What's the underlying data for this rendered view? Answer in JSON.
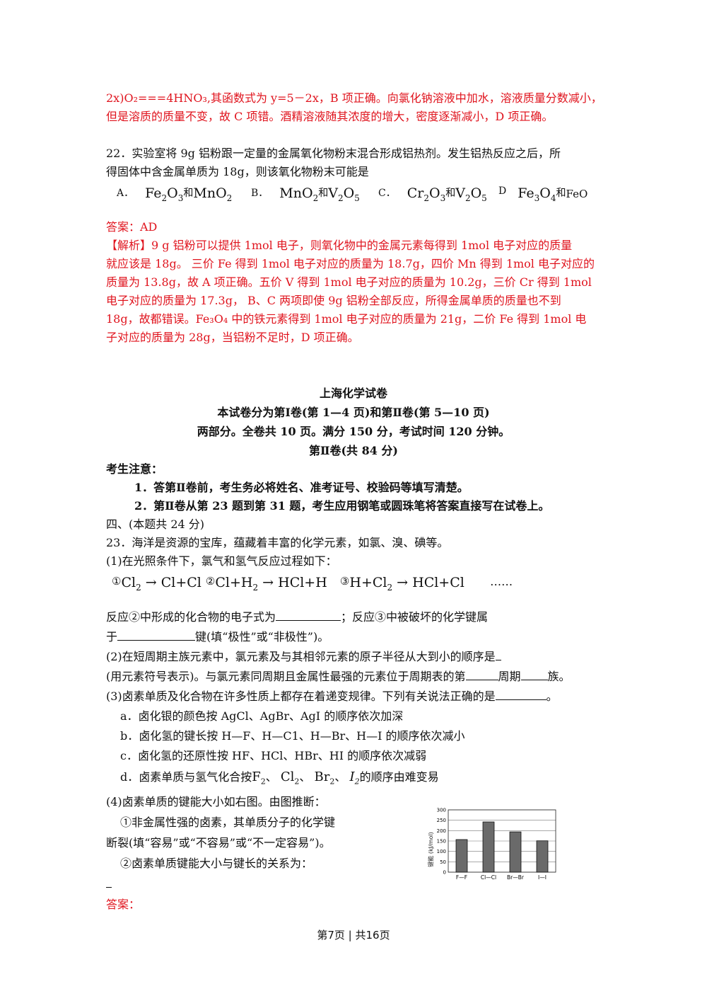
{
  "intro_lines": [
    "2x)O₂===4HNO₃,其函数式为 y=5－2x，B 项正确。向氯化钠溶液中加水，溶液质量分数减小，",
    "但是溶质的质量不变，故 C 项错。酒精溶液随其浓度的增大，密度逐渐减小，D 项正确。"
  ],
  "q22": {
    "lines": [
      "22．实验室将 9g 铝粉跟一定量的金属氧化物粉末混合形成铝热剂。发生铝热反应之后，所",
      "得固体中含金属单质为 18g，则该氧化物粉末可能是"
    ],
    "options": [
      {
        "label": "A．",
        "f1": "Fe",
        "s1": "2",
        "f2": "O",
        "s2": "3",
        "and": "和",
        "g1": "Mn",
        "t1": "",
        "g2": "O",
        "t2": "2"
      },
      {
        "label": "B．",
        "f1": "MnO",
        "s1": "2",
        "f2": "",
        "s2": "",
        "and": "和",
        "g1": "V",
        "t1": "2",
        "g2": "O",
        "t2": "5"
      },
      {
        "label": "C．",
        "f1": "Cr",
        "s1": "2",
        "f2": "O",
        "s2": "3",
        "and": "和",
        "g1": "V",
        "t1": "2",
        "g2": "O",
        "t2": "5"
      },
      {
        "label": "D",
        "f1": "Fe",
        "s1": "3",
        "f2": "O",
        "s2": "4",
        "and": "和",
        "g1": "FeO",
        "t1": "",
        "g2": "",
        "t2": ""
      }
    ],
    "answer": "答案：AD",
    "analysis": [
      "【解析】9 g 铝粉可以提供 1mol 电子，则氧化物中的金属元素每得到 1mol 电子对应的质量",
      "就应该是 18g。  三价 Fe 得到 1mol 电子对应的质量为 18.7g，四价 Mn 得到 1mol 电子对应的",
      "质量为 13.8g，故 A 项正确。五价 V 得到 1mol 电子对应的质量为 10.2g，三价 Cr 得到 1mol",
      "电子对应的质量为 17.3g，  B、C 两项即使 9g 铝粉全部反应，所得金属单质的质量也不到",
      "18g，故都错误。Fe₃O₄ 中的铁元素得到 1mol 电子对应的质量为 21g，二价 Fe 得到 1mol 电",
      "子对应的质量为 28g，当铝粉不足时，D 项正确。"
    ]
  },
  "exam": {
    "title_lines": [
      "上海化学试卷",
      "本试卷分为第Ⅰ卷(第 1—4 页)和第Ⅱ卷(第 5—10 页)",
      "两部分。全卷共 10 页。满分 150 分，考试时间 120 分钟。",
      "第Ⅱ卷(共 84 分)"
    ],
    "notice_title": "考生注意：",
    "notices": [
      "1．答第Ⅱ卷前，考生务必将姓名、准考证号、校验码等填写清楚。",
      "2．第Ⅱ卷从第 23 题到第 31 题，考生应用钢笔或圆珠笔将答案直接写在试卷上。"
    ],
    "section": "四、(本题共 24 分)"
  },
  "q23": {
    "stem": "23．海洋是资源的宝库，蕴藏着丰富的化学元素，如氯、溴、碘等。",
    "p1": "(1)在光照条件下，氯气和氢气反应过程如下：",
    "reactions": {
      "n1": "①",
      "r1a": "Cl",
      "r1s": "2",
      "r1b": " → Cl+Cl",
      "n2": "②",
      "r2a": "Cl+H",
      "r2s": "2",
      "r2b": " → HCl+H",
      "n3": "③",
      "r3a": "H+Cl",
      "r3s": "2",
      "r3b": " → HCl+Cl",
      "dots": "……"
    },
    "p1_q1": "反应②中形成的化合物的电子式为",
    "p1_q1b": "；反应③中被破坏的化学键属",
    "p1_q2a": "于",
    "p1_q2b": "键(填“极性”或“非极性”)。",
    "p2a": "(2)在短周期主族元素中，氯元素及与其相邻元素的原子半径从大到小的顺序是",
    "p2b1": "(用元素符号表示)。与氯元素同周期且金属性最强的元素位于周期表的第",
    "p2b2": "周期",
    "p2b3": "族。",
    "p3": "(3)卤素单质及化合物在许多性质上都存在着递变规律。下列有关说法正确的是",
    "p3_end": "。",
    "opt_a": "a．卤化银的颜色按 AgCl、AgBr、AgI 的顺序依次加深",
    "opt_b": "b．卤化氢的键长按 H—F、H—C1、H—Br、H—I 的顺序依次减小",
    "opt_c": "c．卤化氢的还原性按 HF、HCl、HBr、HI 的顺序依次减弱",
    "opt_d_pre": "d．卤素单质与氢气化合按",
    "opt_d_f": [
      "F",
      "Cl",
      "Br",
      "I"
    ],
    "opt_d_sub": "2",
    "opt_d_sep": "、",
    "opt_d_post": "的顺序由难变易",
    "p4": "(4)卤素单质的键能大小如右图。由图推断：",
    "p4_1a": "①非金属性强的卤素，其单质分子的化学键",
    "p4_1b": "断裂(填“容易”或“不容易”或“不一定容易”)。",
    "p4_2": "②卤素单质键能大小与键长的关系为：",
    "answer": "答案："
  },
  "chart_data": {
    "type": "bar",
    "categories": [
      "F—F",
      "Cl—Cl",
      "Br—Br",
      "I—I"
    ],
    "values": [
      157,
      242,
      194,
      151
    ],
    "ylabel": "键能 (kJ/mol)",
    "ylim": [
      0,
      300
    ],
    "yticks": [
      "0",
      "50",
      "100",
      "150",
      "200",
      "250",
      "300"
    ],
    "grid": true
  },
  "footer": "第7页 | 共16页"
}
